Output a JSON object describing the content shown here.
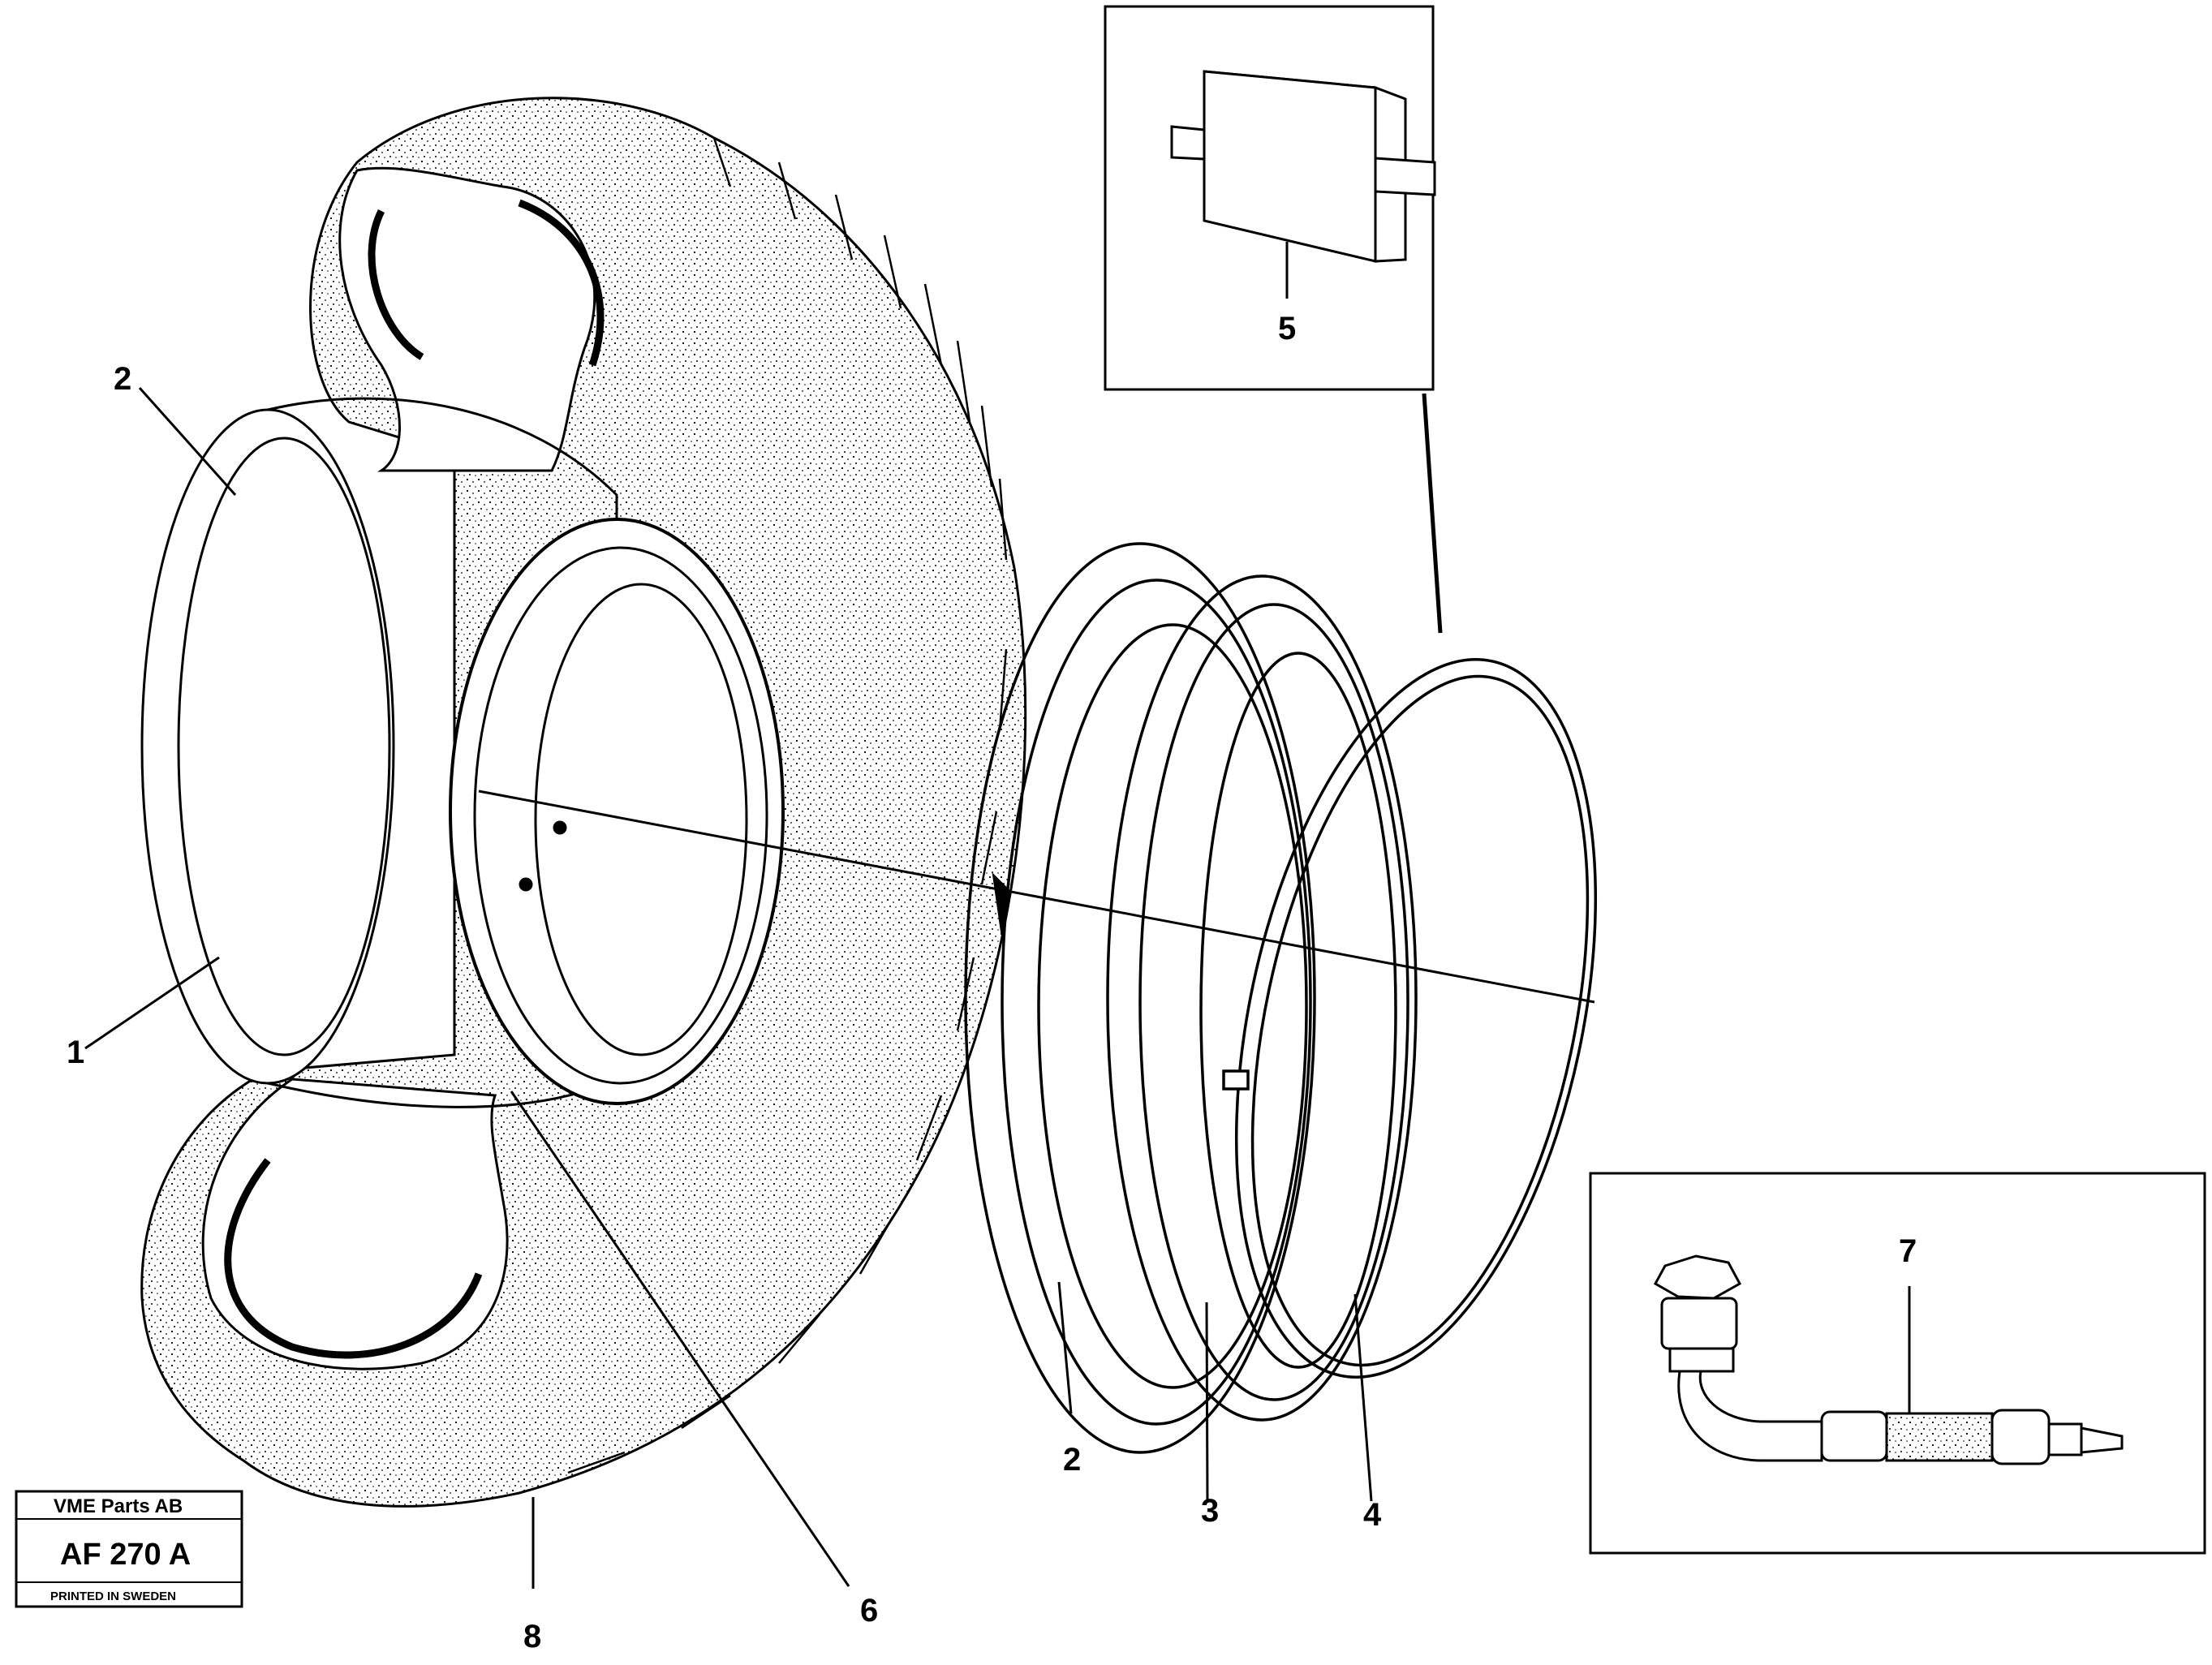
{
  "callouts": {
    "c1": "1",
    "c2_left": "2",
    "c2_bottom": "2",
    "c3": "3",
    "c4": "4",
    "c5": "5",
    "c6": "6",
    "c7": "7",
    "c8": "8"
  },
  "stamp": {
    "company": "VME Parts AB",
    "code": "AF 270 A",
    "printed": "PRINTED IN SWEDEN"
  }
}
